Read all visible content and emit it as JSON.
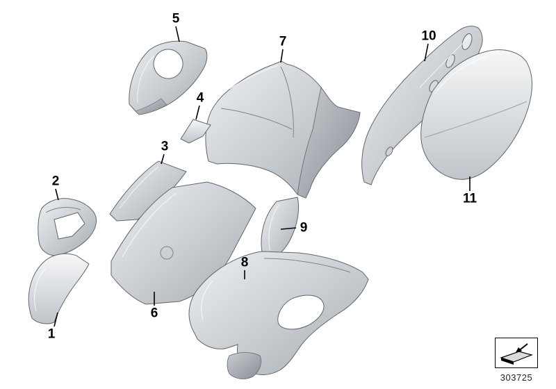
{
  "diagram": {
    "drawing_number": "303725",
    "legend": {
      "icon": "painted-surface-icon"
    },
    "callouts": [
      {
        "label": "1"
      },
      {
        "label": "2"
      },
      {
        "label": "3"
      },
      {
        "label": "4"
      },
      {
        "label": "5"
      },
      {
        "label": "6"
      },
      {
        "label": "7"
      },
      {
        "label": "8"
      },
      {
        "label": "9"
      },
      {
        "label": "10"
      },
      {
        "label": "11"
      }
    ]
  }
}
